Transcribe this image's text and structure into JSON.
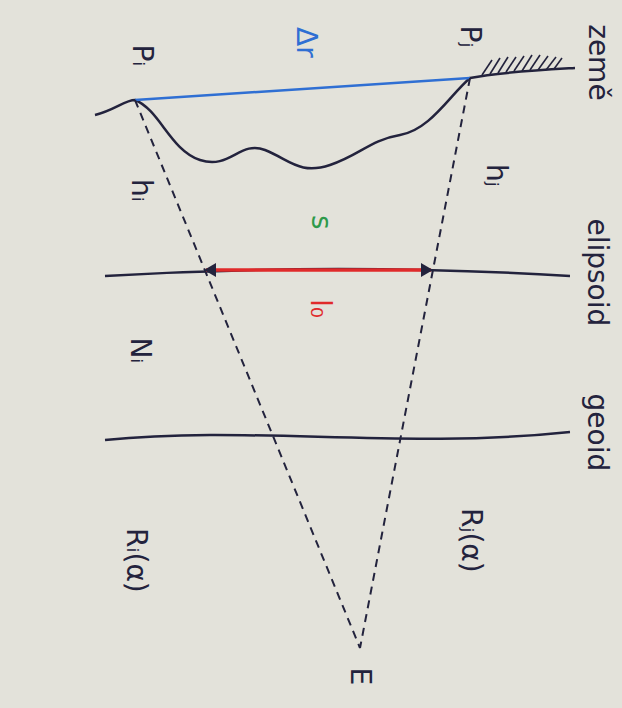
{
  "diagram": {
    "labels": [
      "Δr",
      "Pᵢ",
      "Pⱼ",
      "země",
      "hᵢ",
      "hⱼ",
      "elipsoid",
      "s",
      "l₀",
      "Nᵢ",
      "geoid",
      "Rᵢ(α)",
      "Rⱼ(α)",
      "E"
    ]
  }
}
